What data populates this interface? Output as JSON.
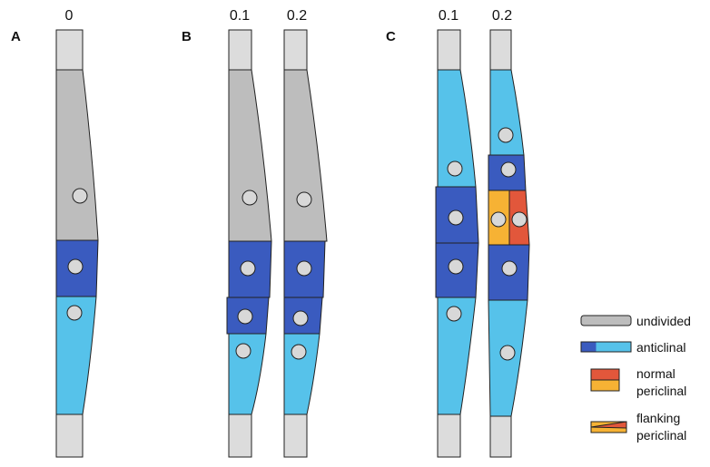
{
  "panels": [
    {
      "label": "A",
      "columns": [
        "0"
      ]
    },
    {
      "label": "B",
      "columns": [
        "0.1",
        "0.2"
      ]
    },
    {
      "label": "C",
      "columns": [
        "0.1",
        "0.2"
      ]
    }
  ],
  "legend": [
    {
      "key": "undivided",
      "text": "undivided"
    },
    {
      "key": "anticlinal",
      "text": "anticlinal"
    },
    {
      "key": "normal_periclinal",
      "lines": [
        "normal",
        "periclinal"
      ]
    },
    {
      "key": "flanking_periclinal",
      "lines": [
        "flanking",
        "periclinal"
      ]
    }
  ],
  "colors": {
    "undivided": "#bdbdbd",
    "end_cap": "#dcdcdc",
    "anticlinal_dark": "#3a5bbf",
    "anticlinal_light": "#56c2ea",
    "periclinal_red": "#e2573b",
    "periclinal_orange": "#f6b234",
    "nucleus": "#d8d8d8"
  }
}
